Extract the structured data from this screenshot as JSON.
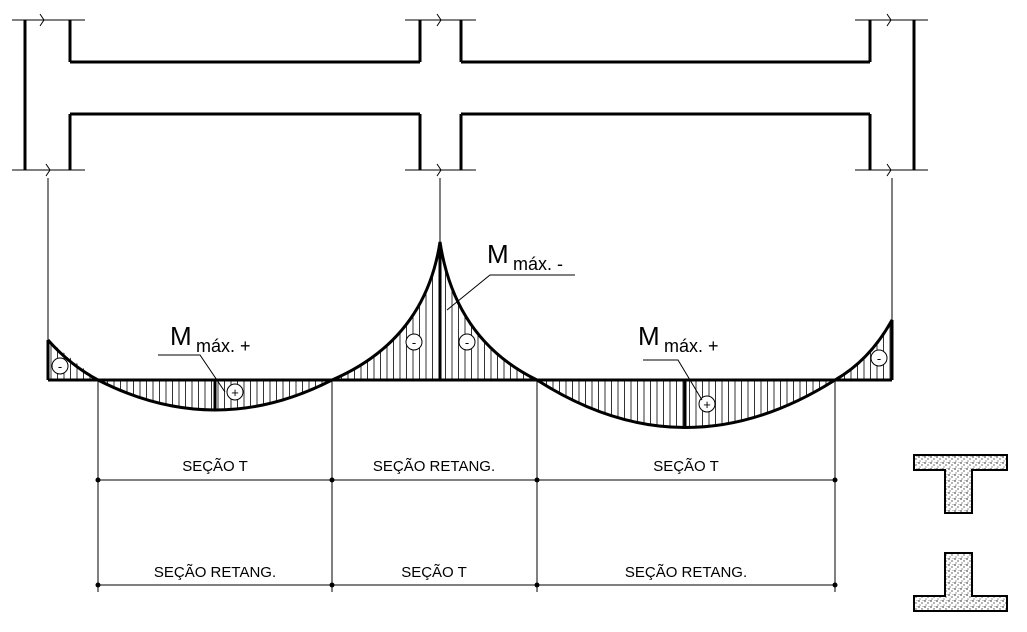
{
  "annotations": {
    "moment_symbol": "M",
    "max_negative_subscript": "máx. -",
    "max_positive_subscript": "máx. +"
  },
  "signs": {
    "negative": "-",
    "positive": "+"
  },
  "sections_row_1": [
    "SEÇÃO T",
    "SEÇÃO RETANG.",
    "SEÇÃO T"
  ],
  "sections_row_2": [
    "SEÇÃO RETANG.",
    "SEÇÃO T",
    "SEÇÃO RETANG."
  ]
}
